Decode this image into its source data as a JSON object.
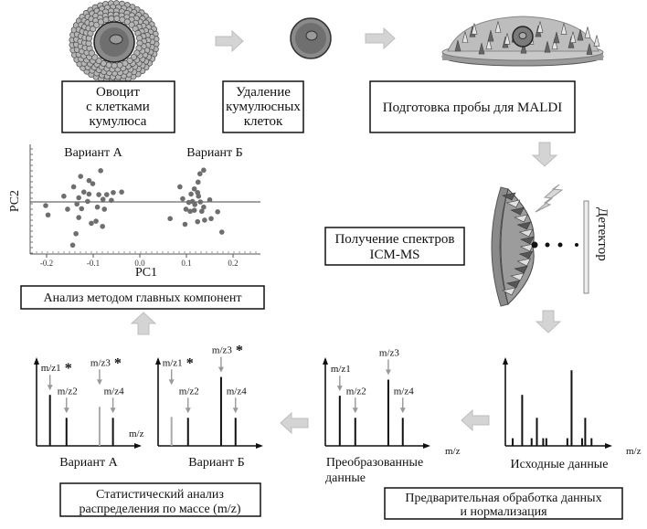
{
  "steps": {
    "oocyte_box": [
      "Овоцит",
      "с клетками",
      "кумулюса"
    ],
    "removal_box": [
      "Удаление",
      "кумулюсных",
      "клеток"
    ],
    "maldi_box": "Подготовка пробы для MALDI",
    "acquire_box": [
      "Получение спектров",
      "ICM-MS"
    ],
    "detector_label": "Детектор",
    "preprocess_box": [
      "Предварительная обработка данных",
      "и нормализация"
    ],
    "stats_box": [
      "Статистический анализ",
      "распределения по массе (m/z)"
    ],
    "pca_box": "Анализ методом главных компонент"
  },
  "colors": {
    "arrow": "#d4d4d4",
    "points": "#6e6e6e",
    "suppressed_peak": "#aaaaaa"
  },
  "chart_data": [
    {
      "type": "scatter",
      "title": "",
      "xlabel": "PC1",
      "ylabel": "PC2",
      "xlim": [
        -0.24,
        0.26
      ],
      "ylim": [
        -1,
        1
      ],
      "xticks": [
        "-0.2",
        "-0.1",
        "0.0",
        "0.1",
        "0.2"
      ],
      "group_labels": [
        "Вариант  А",
        "Вариант  Б"
      ],
      "series": [
        {
          "points": [
            [
              -0.084,
              0.6
            ],
            [
              -0.127,
              0.49
            ],
            [
              -0.109,
              0.41
            ],
            [
              -0.101,
              0.35
            ],
            [
              -0.142,
              0.29
            ],
            [
              -0.163,
              0.11
            ],
            [
              -0.12,
              0.19
            ],
            [
              -0.109,
              0.15
            ],
            [
              -0.131,
              0.08
            ],
            [
              -0.088,
              0.14
            ],
            [
              -0.071,
              0.14
            ],
            [
              -0.057,
              0.18
            ],
            [
              -0.039,
              0.19
            ],
            [
              -0.079,
              0.05
            ],
            [
              -0.061,
              0.03
            ],
            [
              -0.112,
              0.01
            ],
            [
              -0.135,
              -0.04
            ],
            [
              -0.202,
              -0.07
            ],
            [
              -0.155,
              -0.14
            ],
            [
              -0.125,
              -0.13
            ],
            [
              -0.091,
              -0.1
            ],
            [
              -0.076,
              -0.14
            ],
            [
              -0.197,
              -0.25
            ],
            [
              -0.131,
              -0.3
            ],
            [
              -0.104,
              -0.41
            ],
            [
              -0.094,
              -0.37
            ],
            [
              -0.08,
              -0.47
            ],
            [
              -0.137,
              -0.61
            ],
            [
              -0.144,
              -0.83
            ]
          ]
        },
        {
          "points": [
            [
              0.137,
              0.61
            ],
            [
              0.129,
              0.54
            ],
            [
              0.125,
              0.38
            ],
            [
              0.086,
              0.29
            ],
            [
              0.117,
              0.25
            ],
            [
              0.11,
              0.15
            ],
            [
              0.124,
              0.18
            ],
            [
              0.126,
              0.11
            ],
            [
              0.092,
              0.06
            ],
            [
              0.15,
              0.04
            ],
            [
              0.105,
              -0.01
            ],
            [
              0.113,
              0.01
            ],
            [
              0.13,
              0
            ],
            [
              0.118,
              -0.05
            ],
            [
              0.137,
              -0.1
            ],
            [
              0.099,
              -0.14
            ],
            [
              0.108,
              -0.18
            ],
            [
              0.117,
              -0.16
            ],
            [
              0.133,
              -0.18
            ],
            [
              0.167,
              -0.19
            ],
            [
              0.065,
              -0.32
            ],
            [
              0.153,
              -0.32
            ],
            [
              0.139,
              -0.35
            ],
            [
              0.124,
              -0.38
            ],
            [
              0.097,
              -0.43
            ],
            [
              0.176,
              -0.58
            ]
          ]
        }
      ]
    },
    {
      "type": "bar",
      "name_label": "Исходные данные",
      "xlabel": "m/z",
      "peaks": [
        [
          7,
          0.09
        ],
        [
          16,
          0.6
        ],
        [
          25,
          0.09
        ],
        [
          30,
          0.33
        ],
        [
          36,
          0.09
        ],
        [
          39,
          0.09
        ],
        [
          59,
          0.09
        ],
        [
          63,
          0.89
        ],
        [
          73,
          0.09
        ],
        [
          76,
          0.33
        ],
        [
          82,
          0.09
        ]
      ]
    },
    {
      "type": "bar",
      "name_label": [
        "Преобразованные",
        "данные"
      ],
      "xlabel": "m/z",
      "peaks": [
        [
          14,
          0.59,
          "m/z1",
          ""
        ],
        [
          29,
          0.33,
          "m/z2",
          ""
        ],
        [
          61,
          0.78,
          "m/z3",
          ""
        ],
        [
          75,
          0.33,
          "m/z4",
          ""
        ]
      ]
    },
    {
      "type": "bar",
      "name_label": "Вариант  А",
      "xlabel": "m/z",
      "peaks": [
        [
          13,
          0.6,
          "m/z1",
          "*"
        ],
        [
          29,
          0.33,
          "m/z2",
          ""
        ],
        [
          61,
          0.46,
          "m/z3",
          "*",
          "suppressed"
        ],
        [
          74,
          0.33,
          "m/z4",
          ""
        ]
      ]
    },
    {
      "type": "bar",
      "name_label": "Вариант  Б",
      "xlabel": "",
      "peaks": [
        [
          13,
          0.34,
          "m/z1",
          "*",
          "suppressed"
        ],
        [
          29,
          0.33,
          "m/z2",
          ""
        ],
        [
          61,
          0.81,
          "m/z3",
          "*"
        ],
        [
          75,
          0.33,
          "m/z4",
          ""
        ]
      ]
    }
  ]
}
